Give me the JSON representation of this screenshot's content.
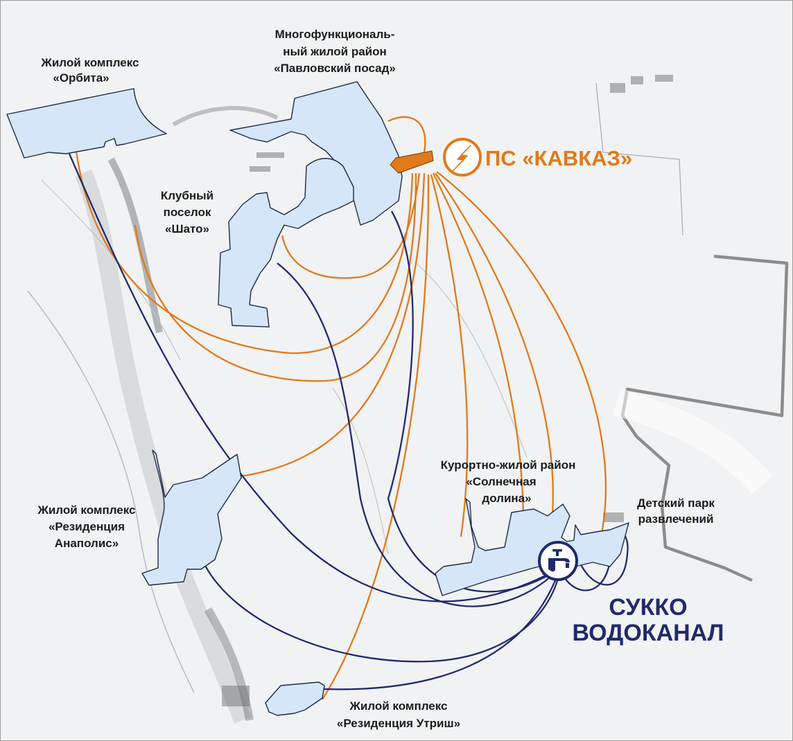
{
  "colors": {
    "background": "#f2f3f4",
    "zone_fill": "#d4e6f7",
    "power_line": "#e07a1a",
    "water_line": "#1f2a6e",
    "power_accent": "#e07a1a",
    "water_accent": "#1f2a6e",
    "boundary": "#8c8c8c"
  },
  "substation": {
    "label": "ПС «КАВКАЗ»",
    "icon": "lightning-bolt-icon"
  },
  "vodokanal": {
    "line1": "СУККО",
    "line2": "ВОДОКАНАЛ",
    "icon": "water-faucet-icon"
  },
  "zones": {
    "orbita": {
      "line1": "Жилой комплекс",
      "line2": "«Орбита»"
    },
    "pavlovsky": {
      "line1": "Многофункциональ-",
      "line2": "ный жилой район",
      "line3": "«Павловский посад»"
    },
    "shato": {
      "line1": "Клубный",
      "line2": "поселок",
      "line3": "«Шато»"
    },
    "anapolis": {
      "line1": "Жилой комплекс",
      "line2": "«Резиденция",
      "line3": "Анаполис»"
    },
    "solnechnaya": {
      "line1": "Курортно-жилой район",
      "line2": "«Солнечная",
      "line3": "долина»"
    },
    "park": {
      "line1": "Детский парк",
      "line2": "развлечений"
    },
    "utrish": {
      "line1": "Жилой комплекс",
      "line2": "«Резиденция Утриш»"
    }
  }
}
